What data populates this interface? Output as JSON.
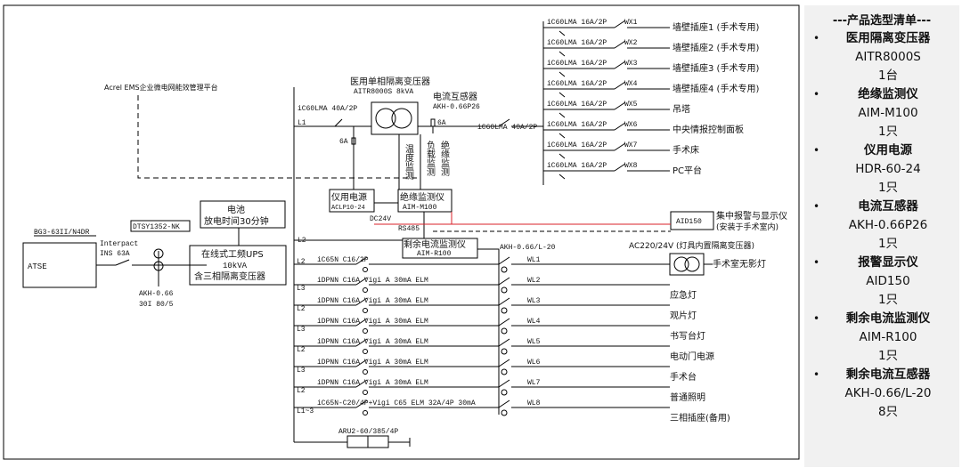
{
  "diagram": {
    "platform_label": "Acrel EMS企业微电网能效管理平台",
    "atse": "ATSE",
    "atse_model": "BG3-63II/N4DR",
    "interpact": "Interpact",
    "ins63a": "INS 63A",
    "dtsy": "DTSY1352-NK",
    "ct_model": "AKH-0.66",
    "ct_ratio": "30I 80/5",
    "battery_l1": "电池",
    "battery_l2": "放电时间30分钟",
    "ups_l1": "在线式工频UPS",
    "ups_l2": "10kVA",
    "ups_l3": "含三相隔离变压器",
    "trans_title": "医用单相隔离变压器",
    "trans_model": "AITR8000S 8kVA",
    "ct2_title": "电流互感器",
    "ct2_model": "AKH-0.66P26",
    "main_breaker": "iC60LMA 40A/2P",
    "l1": "L1",
    "six_a": "6A",
    "six_a_b": "6A",
    "mid_breaker": "iC60LMA 40A/2P",
    "vert_temp": "温度监测",
    "vert_load": "负载监测",
    "vert_ins": "绝缘监测",
    "psu_l1": "仪用电源",
    "psu_l2": "ACLP10-24",
    "imd_l1": "绝缘监测仪",
    "imd_l2": "AIM-M100",
    "dc24v": "DC24V",
    "rs485": "RS485",
    "aid150": "AID150",
    "alarm_l1": "集中报警与显示仪",
    "alarm_l2": "(安装于手术室内)",
    "rcm_l1": "剩余电流监测仪",
    "rcm_l2": "AIM-R100",
    "rcm_ct": "AKH-0.66/L-20",
    "lamp_trans": "AC220/24V (灯具内置隔离变压器)",
    "wx": [
      {
        "breaker": "iC60LMA 16A/2P",
        "id": "WX1",
        "load": "墙壁插座1 (手术专用)"
      },
      {
        "breaker": "iC60LMA 16A/2P",
        "id": "WX2",
        "load": "墙壁插座2 (手术专用)"
      },
      {
        "breaker": "iC60LMA 16A/2P",
        "id": "WX3",
        "load": "墙壁插座3 (手术专用)"
      },
      {
        "breaker": "iC60LMA 16A/2P",
        "id": "WX4",
        "load": "墙壁插座4 (手术专用)"
      },
      {
        "breaker": "iC60LMA 16A/2P",
        "id": "WX5",
        "load": "吊塔"
      },
      {
        "breaker": "iC60LMA 16A/2P",
        "id": "WX6",
        "load": "中央情报控制面板"
      },
      {
        "breaker": "iC60LMA 16A/2P",
        "id": "WX7",
        "load": "手术床"
      },
      {
        "breaker": "iC60LMA 16A/2P",
        "id": "WX8",
        "load": "PC平台"
      }
    ],
    "l2_bus": "L2",
    "wl": [
      {
        "phase": "L2",
        "breaker": "iC65N C16/2P",
        "id": "WL1",
        "load": "手术室无影灯"
      },
      {
        "phase": "L3",
        "breaker": "iDPNN C16A Vigi A 30mA ELM",
        "id": "WL2",
        "load": "应急灯"
      },
      {
        "phase": "L2",
        "breaker": "iDPNN C16A Vigi A 30mA ELM",
        "id": "WL3",
        "load": "观片灯"
      },
      {
        "phase": "L3",
        "breaker": "iDPNN C16A Vigi A 30mA ELM",
        "id": "WL4",
        "load": "书写台灯"
      },
      {
        "phase": "L2",
        "breaker": "iDPNN C16A Vigi A 30mA ELM",
        "id": "WL5",
        "load": "电动门电源"
      },
      {
        "phase": "L3",
        "breaker": "iDPNN C16A Vigi A 30mA ELM",
        "id": "WL6",
        "load": "手术台"
      },
      {
        "phase": "L2",
        "breaker": "iDPNN C16A Vigi A 30mA ELM",
        "id": "WL7",
        "load": "普通照明"
      },
      {
        "phase": "L1~3",
        "breaker": "iC65N-C20/4P+Vigi C65 ELM 32A/4P 30mA",
        "id": "WL8",
        "load": "三相插座(备用)"
      }
    ],
    "aru": "ARU2-60/385/4P"
  },
  "sidebar": {
    "title": "---产品选型清单---",
    "items": [
      {
        "name": "医用隔离变压器",
        "model": "AITR8000S",
        "qty": "1台"
      },
      {
        "name": "绝缘监测仪",
        "model": "AIM-M100",
        "qty": "1只"
      },
      {
        "name": "仪用电源",
        "model": "HDR-60-24",
        "qty": "1只"
      },
      {
        "name": "电流互感器",
        "model": "AKH-0.66P26",
        "qty": "1只"
      },
      {
        "name": "报警显示仪",
        "model": "AID150",
        "qty": "1只"
      },
      {
        "name": "剩余电流监测仪",
        "model": "AIM-R100",
        "qty": "1只"
      },
      {
        "name": "剩余电流互感器",
        "model": "AKH-0.66/L-20",
        "qty": "8只"
      }
    ]
  }
}
